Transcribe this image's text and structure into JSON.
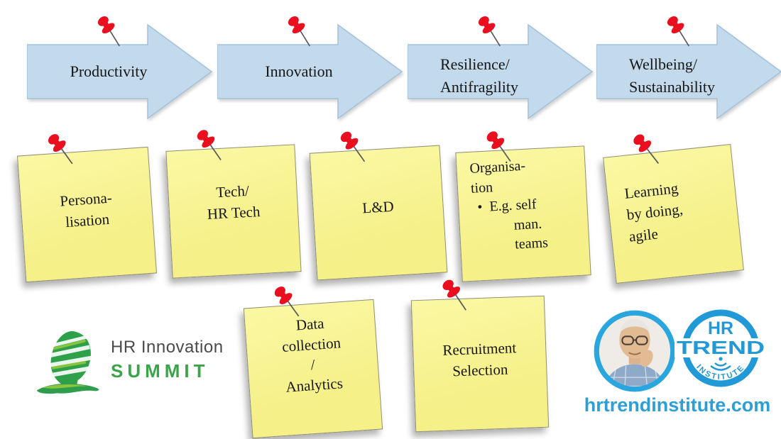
{
  "slide": {
    "background": "#ffffff"
  },
  "icons": {
    "pin": "pushpin",
    "arrow": "right-arrow"
  },
  "colors": {
    "arrow_fill": "#c3d9ec",
    "arrow_border": "#a4c2dc",
    "note_fill": "#f5f088",
    "note_fill_light": "#fbf8a4",
    "pin_red": "#e90f1f",
    "hr_trend_blue": "#2099d6",
    "website_blue": "#2d9fd6",
    "summit_green": "#3aa448",
    "title_gray": "#4a4a4c"
  },
  "arrows": {
    "items": [
      {
        "name": "productivity",
        "label_lines": [
          "Productivity"
        ]
      },
      {
        "name": "innovation",
        "label_lines": [
          "Innovation"
        ]
      },
      {
        "name": "resilience-antifragility",
        "label_lines": [
          "Resilience/",
          "Antifragility"
        ]
      },
      {
        "name": "wellbeing-sustainability",
        "label_lines": [
          "Wellbeing/",
          "Sustainability"
        ]
      }
    ]
  },
  "notes": {
    "items": [
      {
        "name": "personalisation",
        "lines": [
          "Persona-",
          "lisation"
        ]
      },
      {
        "name": "tech-hr-tech",
        "lines": [
          "Tech/",
          "HR Tech"
        ]
      },
      {
        "name": "l-and-d",
        "lines": [
          "L&D"
        ]
      },
      {
        "name": "organisation",
        "lines": [
          "Organisa-",
          "tion"
        ],
        "bullet": "•",
        "bullet_lines": [
          "E.g. self",
          "man.",
          "teams"
        ]
      },
      {
        "name": "learning-by-doing",
        "lines": [
          "Learning",
          "by doing,",
          "agile"
        ]
      },
      {
        "name": "data-collection-analytics",
        "lines": [
          "Data",
          "collection",
          "/",
          "Analytics"
        ]
      },
      {
        "name": "recruitment-selection",
        "lines": [
          "Recruitment",
          "Selection"
        ]
      }
    ]
  },
  "logos": {
    "summit": {
      "title": "HR Innovation",
      "subtitle": "SUMMIT"
    },
    "hrtrend": {
      "badge_top": "HR",
      "badge_mid": "TREND",
      "badge_bottom": "INSTITUTE",
      "website": "hrtrendinstitute.com"
    }
  }
}
